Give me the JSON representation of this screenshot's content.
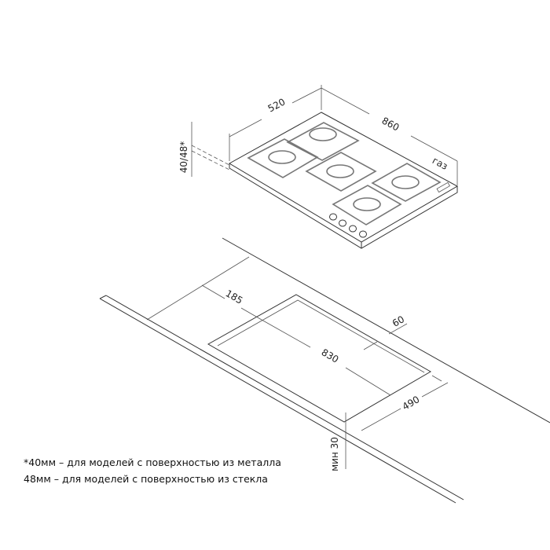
{
  "hob": {
    "width_label": "520",
    "length_label": "860",
    "height_label": "40/48*",
    "gas_label": "газ"
  },
  "cutout": {
    "offset_label": "185",
    "length_label": "830",
    "back_offset_label": "60",
    "width_label": "490",
    "min_depth_label": "мин 30"
  },
  "notes": [
    "*40мм – для моделей с поверхностью из металла",
    "48мм – для моделей с поверхностью из стекла"
  ]
}
